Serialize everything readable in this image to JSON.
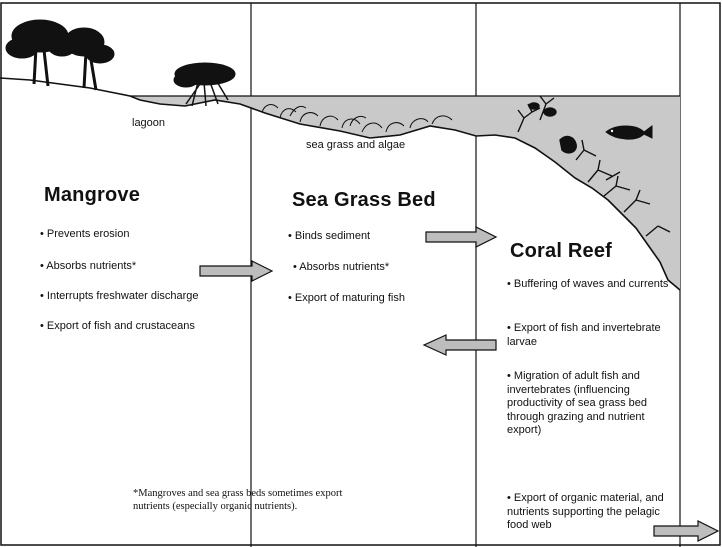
{
  "labels": {
    "lagoon": "lagoon",
    "sea_grass_and_algae": "sea grass and algae"
  },
  "sections": {
    "mangrove": {
      "title": "Mangrove",
      "bullets": [
        "• Prevents erosion",
        "• Absorbs nutrients*",
        "• Interrupts freshwater discharge",
        "• Export of fish and crustaceans"
      ]
    },
    "seagrass": {
      "title": "Sea Grass Bed",
      "bullets": [
        "• Binds sediment",
        "• Absorbs nutrients*",
        "• Export of maturing fish"
      ]
    },
    "coral": {
      "title": "Coral Reef",
      "bullets": [
        "• Buffering of waves and currents",
        "• Export of fish and invertebrate larvae",
        "• Migration of adult fish and invertebrates (influencing productivity of sea grass bed through grazing and nutrient export)",
        "• Export of organic material, and nutrients supporting the pelagic food web"
      ]
    }
  },
  "footnote": "*Mangroves and sea grass beds sometimes export nutrients (especially organic nutrients).",
  "colors": {
    "water": "#c9c9c9",
    "line": "#111111",
    "arrow_fill": "#bdbdbd",
    "vegetation": "#111111"
  },
  "icons": [
    "mangrove-tree-icon",
    "fish-icon",
    "coral-icon",
    "arrow-right-icon",
    "arrow-left-icon"
  ]
}
